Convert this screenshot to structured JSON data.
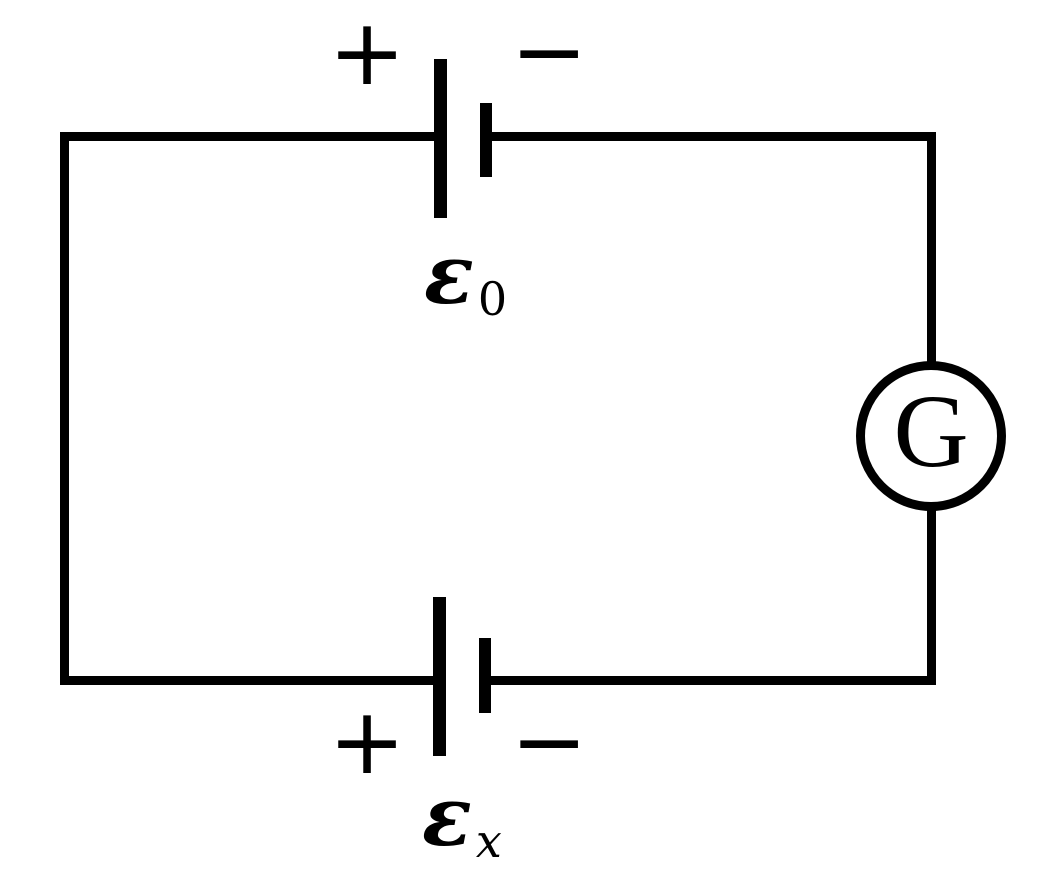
{
  "diagram": {
    "kind": "circuit-diagram",
    "colors": {
      "wire": "#000000",
      "background": "#ffffff"
    },
    "top_battery": {
      "plus_label": "+",
      "minus_label": "−",
      "emf_symbol": "ε",
      "emf_subscript": "0"
    },
    "bottom_battery": {
      "plus_label": "+",
      "minus_label": "−",
      "emf_symbol": "ε",
      "emf_subscript": "x"
    },
    "galvanometer": {
      "label": "G"
    }
  }
}
